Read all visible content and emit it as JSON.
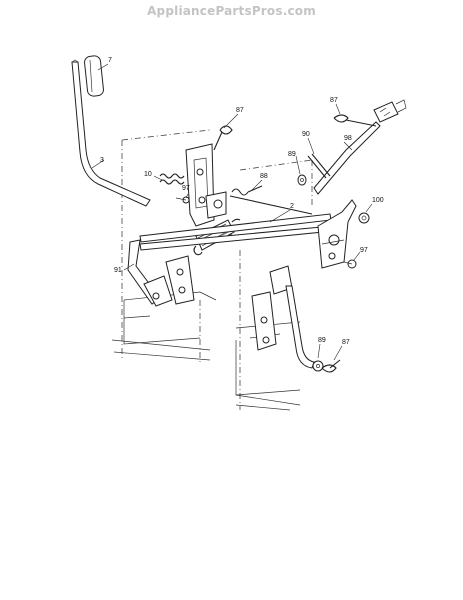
{
  "watermark": "AppliancePartsPros.com",
  "callouts": {
    "c7": "7",
    "c3": "3",
    "c10": "10",
    "c97a": "97",
    "c87a": "87",
    "c88": "88",
    "c2": "2",
    "c91": "91",
    "c87b": "87",
    "c90": "90",
    "c98": "98",
    "c89a": "89",
    "c100": "100",
    "c97b": "97",
    "c89b": "89",
    "c87c": "87"
  }
}
